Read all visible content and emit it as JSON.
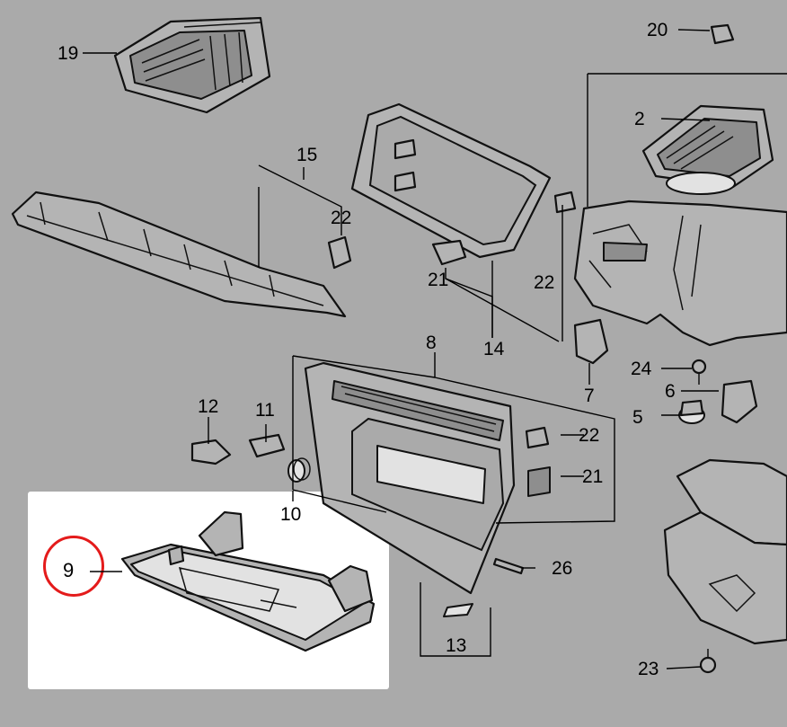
{
  "labels": {
    "p2": "2",
    "p5": "5",
    "p6": "6",
    "p7": "7",
    "p8": "8",
    "p9": "9",
    "p10": "10",
    "p11": "11",
    "p12": "12",
    "p13": "13",
    "p14": "14",
    "p15": "15",
    "p19": "19",
    "p20": "20",
    "p21a": "21",
    "p21b": "21",
    "p22a": "22",
    "p22b": "22",
    "p22c": "22",
    "p23": "23",
    "p24": "24",
    "p26": "26"
  },
  "colors": {
    "background": "#aaaaaa",
    "highlight": "#ffffff",
    "callout_ring": "#e41b1b"
  }
}
